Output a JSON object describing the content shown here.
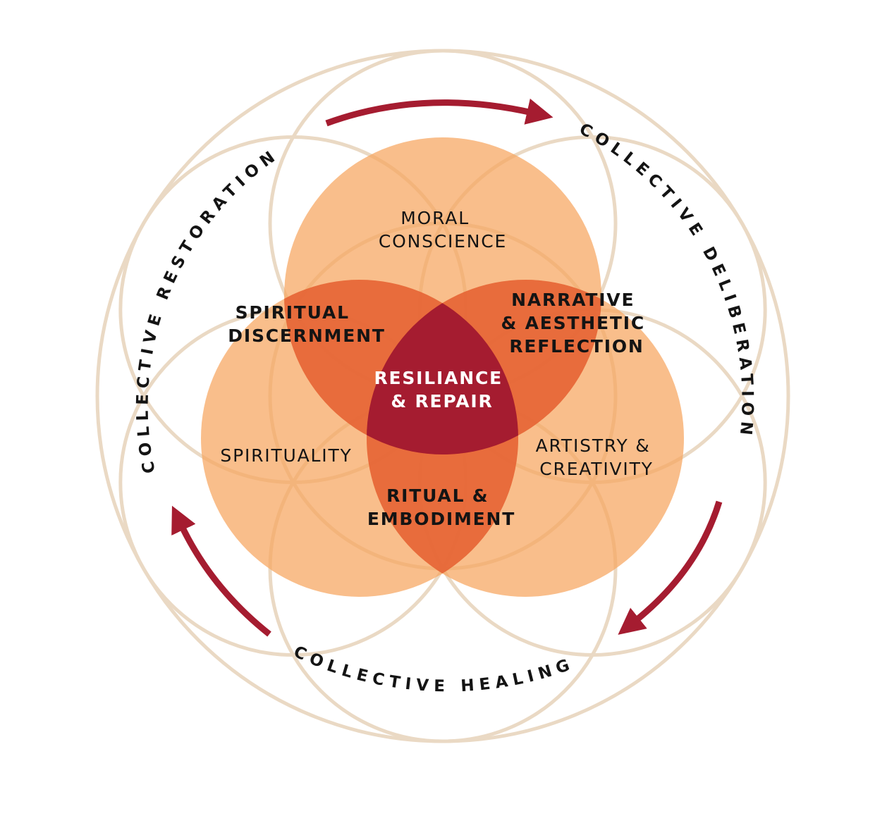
{
  "colors": {
    "background": "#ffffff",
    "outer_rings": "#ead9c4",
    "circle_fill": "#f7a55e",
    "pair_overlap": "#e35a30",
    "center_overlap": "#a51c30",
    "arrows": "#a51c30",
    "text_dark": "#141414",
    "text_light": "#ffffff"
  },
  "center": {
    "line1": "RESILIANCE",
    "line2": "& REPAIR"
  },
  "circles": {
    "top": {
      "line1": "MORAL",
      "line2": "CONSCIENCE"
    },
    "left": {
      "label": "SPIRITUALITY"
    },
    "right": {
      "line1": "ARTISTRY &",
      "line2": "CREATIVITY"
    }
  },
  "overlaps": {
    "top_left": {
      "line1": "SPIRITUAL",
      "line2": "DISCERNMENT"
    },
    "top_right": {
      "line1": "NARRATIVE",
      "line2": "& AESTHETIC",
      "line3": "REFLECTION"
    },
    "bottom": {
      "line1": "RITUAL &",
      "line2": "EMBODIMENT"
    }
  },
  "cycle": {
    "restoration": "COLLECTIVE RESTORATION",
    "deliberation": "COLLECTIVE DELIBERATION",
    "healing": "COLLECTIVE HEALING"
  }
}
